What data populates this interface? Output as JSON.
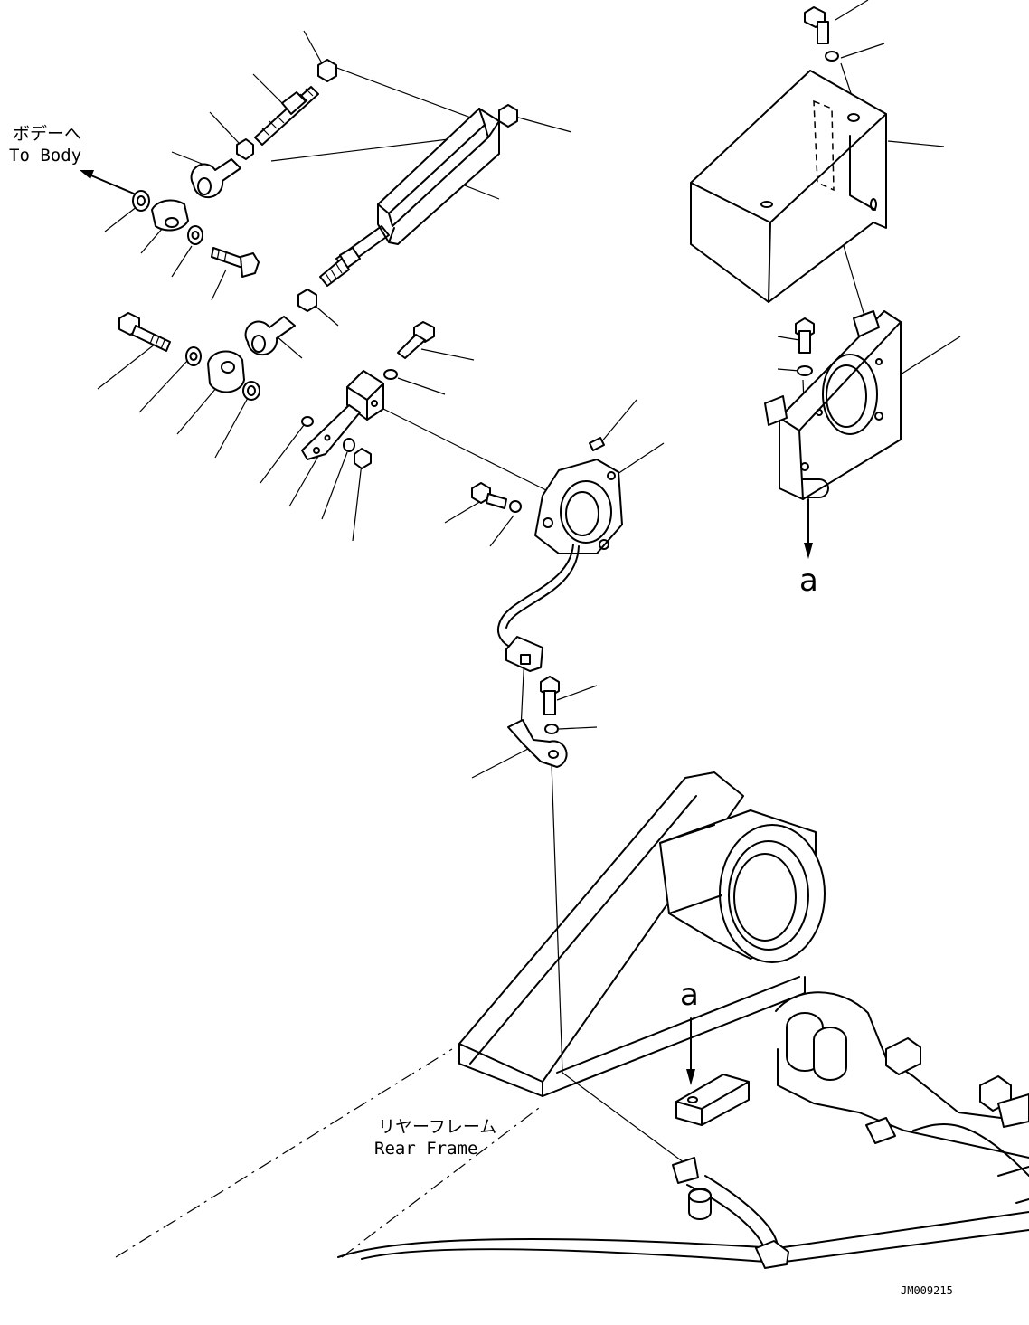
{
  "labels": {
    "to_body_jp": "ボデーへ",
    "to_body_en": "To Body",
    "rear_frame_jp": "リヤーフレーム",
    "rear_frame_en": "Rear Frame",
    "view_ref_upper": "a",
    "view_ref_lower": "a",
    "drawing_code": "JM009215"
  }
}
